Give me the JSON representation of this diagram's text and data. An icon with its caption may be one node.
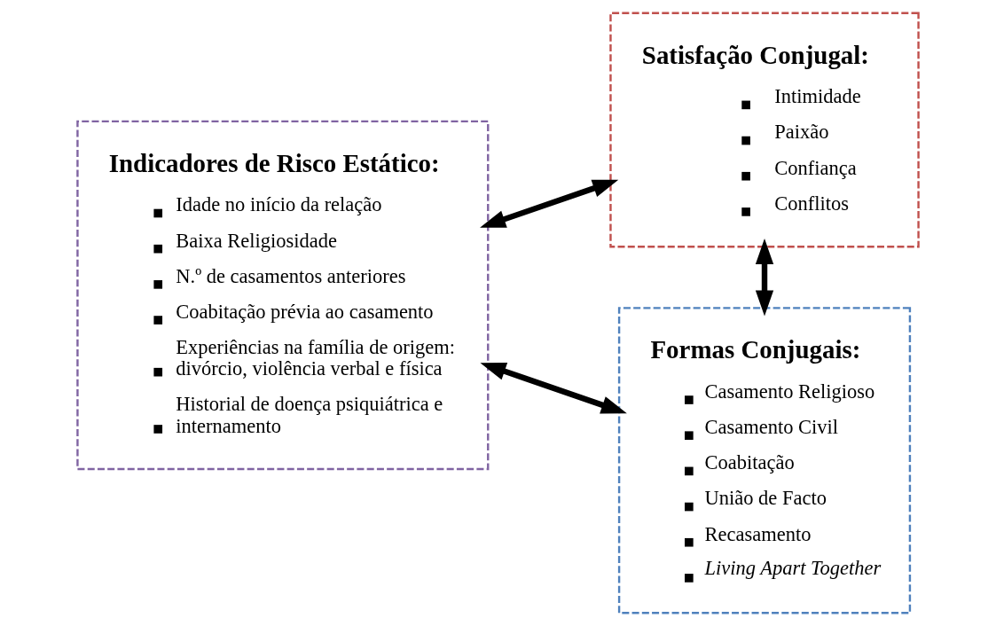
{
  "diagram": {
    "nodes": [
      {
        "text": [
          "Satisfação Conjugal:",
          "Intimidade",
          "Paixão",
          "Confiança",
          "Conflitos"
        ]
      },
      {
        "text": [
          "Indicadores de Risco Estático:",
          "Idade no início da relação",
          "Baixa Religiosidade",
          "N.º de casamentos anteriores",
          "Coabitação prévia ao casamento",
          "Experiências na família de origem: divórcio, violência verbal e física",
          "Historial de doença psiquiátrica e internamento"
        ]
      },
      {
        "text": [
          "Formas Conjugais:",
          "Casamento Religioso",
          "Casamento Civil",
          "Coabitação",
          "União de Facto",
          "Recasamento",
          "Living Apart Together"
        ]
      }
    ],
    "edges": [
      {
        "from": 0,
        "to": 1,
        "arrow": "both"
      },
      {
        "from": 1,
        "to": 2,
        "arrow": "both"
      },
      {
        "from": 0,
        "to": 2,
        "arrow": "both"
      }
    ]
  }
}
